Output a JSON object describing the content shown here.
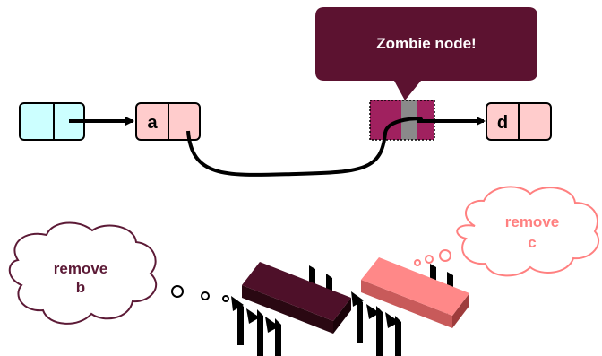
{
  "callout": {
    "text": "Zombie node!"
  },
  "nodes": {
    "head": {
      "label": ""
    },
    "a": {
      "label": "a"
    },
    "zombie": {
      "label": ""
    },
    "d": {
      "label": "d"
    }
  },
  "thoughts": {
    "left": {
      "line1": "remove",
      "line2": "b"
    },
    "right": {
      "line1": "remove",
      "line2": "c"
    }
  },
  "colors": {
    "head_fill": "#ccffff",
    "node_fill": "#ffcccc",
    "zombie_fill": "#a0215f",
    "zombie_gap": "#8a8a8a",
    "callout_fill": "#5c1230",
    "left_cloud_text": "#5c1a36",
    "right_cloud_stroke": "#ff8080",
    "chip_dark": "#4e1029",
    "chip_light": "#ff8888"
  }
}
